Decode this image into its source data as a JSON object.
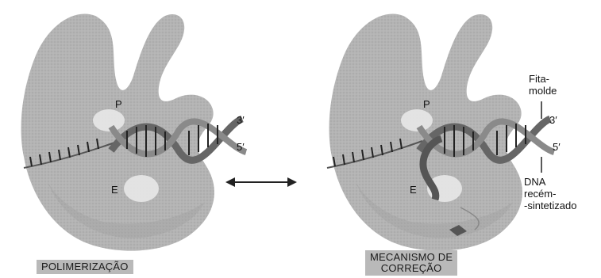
{
  "left_panel": {
    "site_p": "P",
    "site_e": "E",
    "end_3": "3′",
    "end_5": "5′",
    "caption": "POLIMERIZAÇÃO"
  },
  "right_panel": {
    "site_p": "P",
    "site_e": "E",
    "end_3": "3′",
    "end_5": "5′",
    "template_label_line1": "Fita-",
    "template_label_line2": "molde",
    "new_strand_line1": "DNA",
    "new_strand_line2": "recém-",
    "new_strand_line3": "-sintetizado",
    "caption_line1": "MECANISMO DE",
    "caption_line2": "CORREÇÃO"
  },
  "colors": {
    "enzyme": "#b4b4b4",
    "site_spot": "#e6e6e6",
    "strand_dark": "#6e6e6e",
    "strand_light": "#a8a8a8",
    "caption_bg": "#b9b9b9"
  },
  "icons": {
    "equilibrium_arrow": "double-headed-arrow-icon"
  }
}
